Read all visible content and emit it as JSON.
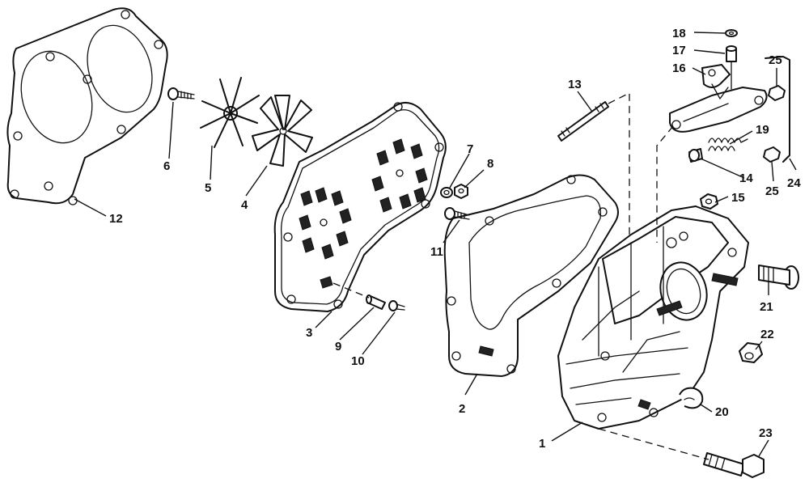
{
  "callouts": {
    "c1": "1",
    "c2": "2",
    "c3": "3",
    "c4": "4",
    "c5": "5",
    "c6": "6",
    "c7": "7",
    "c8": "8",
    "c9": "9",
    "c10": "10",
    "c11": "11",
    "c12": "12",
    "c13": "13",
    "c14": "14",
    "c15": "15",
    "c16": "16",
    "c17": "17",
    "c18": "18",
    "c19": "19",
    "c20": "20",
    "c21": "21",
    "c22": "22",
    "c23": "23",
    "c24": "24",
    "c25a": "25",
    "c25b": "25"
  },
  "colors": {
    "line": "#111111",
    "background": "#ffffff"
  }
}
